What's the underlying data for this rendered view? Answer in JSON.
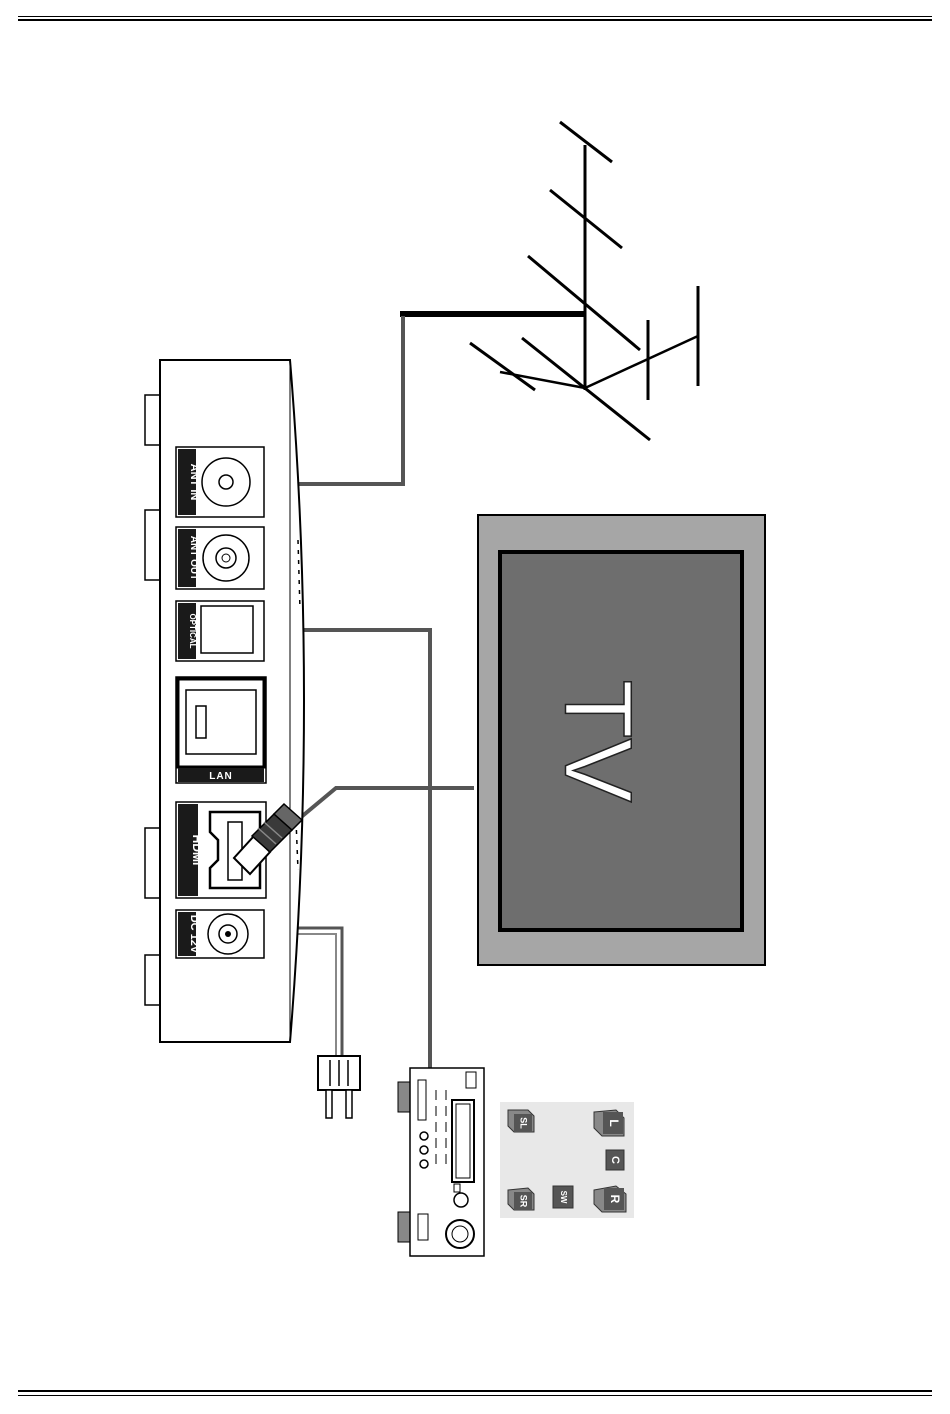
{
  "ports": {
    "ant_in": "ANT IN",
    "ant_out": "ANT OUT",
    "optical": "OPTICAL",
    "lan": "LAN",
    "hdmi": "HDMI",
    "dc": "DC 12V"
  },
  "tv": {
    "label": "TV"
  },
  "speakers": {
    "front_left": "L",
    "center": "C",
    "front_right": "R",
    "subwoofer": "SW",
    "surround_left": "SL",
    "surround_right": "SR"
  },
  "colors": {
    "line": "#000000",
    "cable": "#555555",
    "port_panel": "#1a1a1a",
    "tv_bezel": "#a6a6a6",
    "tv_screen": "#6e6e6e",
    "speaker_panel": "#e8e8e8"
  }
}
